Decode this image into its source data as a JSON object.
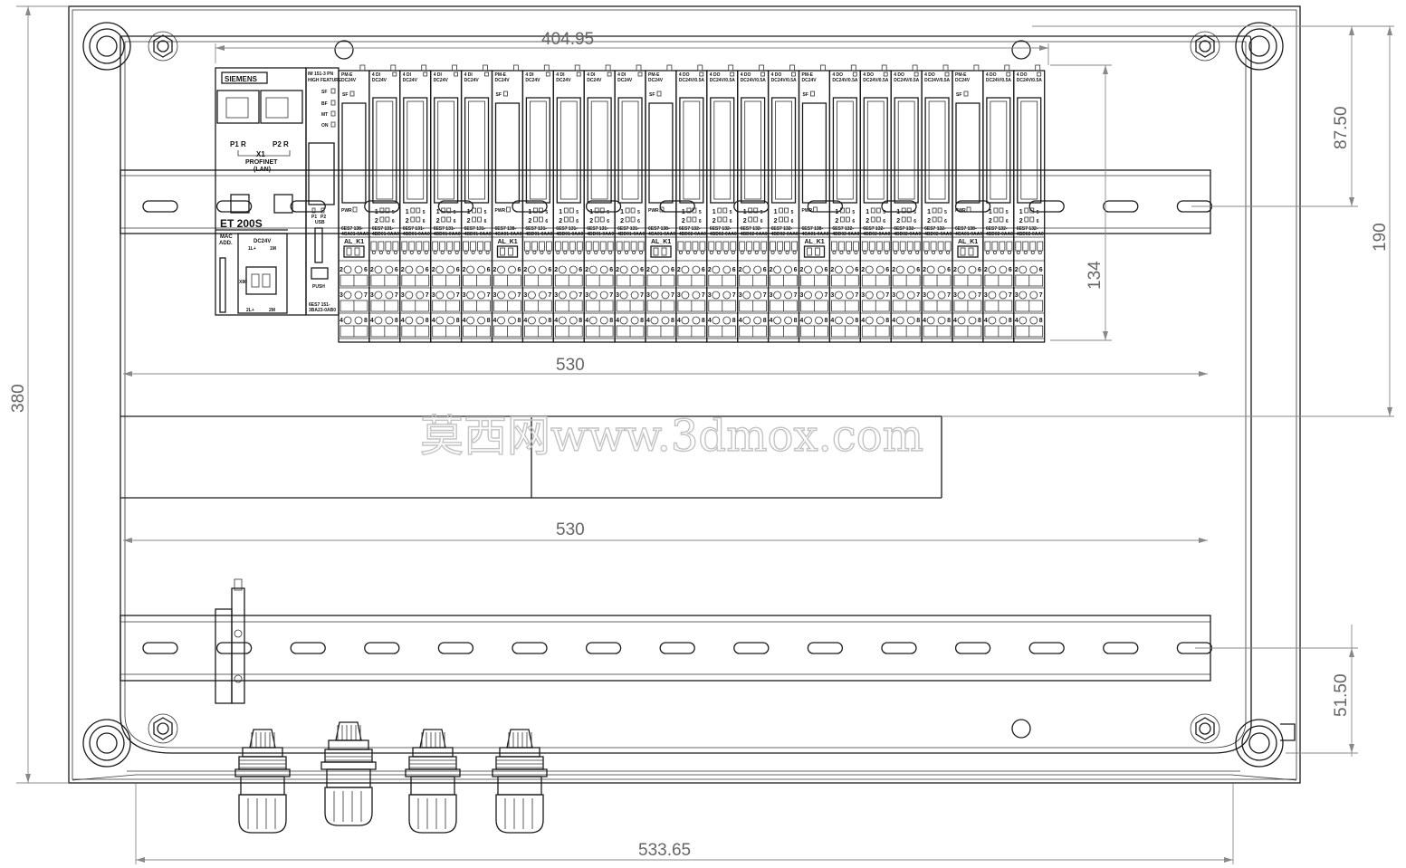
{
  "dimensions": {
    "top_width": "404.95",
    "top_rail_height": "87.50",
    "module_height": "134",
    "rail_length_upper": "530",
    "rail_length_lower": "530",
    "rail_spacing": "190",
    "overall_height": "380",
    "bottom_rail_offset": "51.50",
    "overall_width": "533.65"
  },
  "head_module": {
    "brand": "SIEMENS",
    "model_line1": "IM 151-3 PN",
    "model_line2": "HIGH FEATURE",
    "leds": [
      "SF",
      "BF",
      "MT",
      "ON"
    ],
    "port1": "P1 R",
    "port2": "P2 R",
    "x1": "X1",
    "profinet": "PROFINET",
    "lan": "(LAN)",
    "family": "ET 200S",
    "mac": "MAC",
    "add": "ADD.",
    "supply": "DC24V",
    "plus": "1L+",
    "minus": "1M",
    "x80": "X80",
    "bottom_left": "2L+",
    "bottom_right": "2M",
    "usb_p1": "P1",
    "usb_p2": "P2",
    "usb_label": "USB",
    "push": "PUSH",
    "order_line1": "6ES7 151-",
    "order_line2": "3BA23-0AB0"
  },
  "io_modules": [
    {
      "title": "PM-E",
      "sub": "DC24V",
      "order": "6ES7 138-\n4CA01-0AA0",
      "power": true
    },
    {
      "title": "4 DI",
      "sub": "DC24V",
      "order": "6ES7 131-\n4BD01-0AA0",
      "power": false
    },
    {
      "title": "4 DI",
      "sub": "DC24V",
      "order": "6ES7 131-\n4BD01-0AA0",
      "power": false
    },
    {
      "title": "4 DI",
      "sub": "DC24V",
      "order": "6ES7 131-\n4BD01-0AA0",
      "power": false
    },
    {
      "title": "4 DI",
      "sub": "DC24V",
      "order": "6ES7 131-\n4BD01-0AA0",
      "power": false
    },
    {
      "title": "PM-E",
      "sub": "DC24V",
      "order": "6ES7 138-\n4CA01-0AA0",
      "power": true
    },
    {
      "title": "4 DI",
      "sub": "DC24V",
      "order": "6ES7 131-\n4BD01-0AA0",
      "power": false
    },
    {
      "title": "4 DI",
      "sub": "DC24V",
      "order": "6ES7 131-\n4BD01-0AA0",
      "power": false
    },
    {
      "title": "4 DI",
      "sub": "DC24V",
      "order": "6ES7 131-\n4BD01-0AA0",
      "power": false
    },
    {
      "title": "4 DI",
      "sub": "DC24V",
      "order": "6ES7 131-\n4BD01-0AA0",
      "power": false
    },
    {
      "title": "PM-E",
      "sub": "DC24V",
      "order": "6ES7 138-\n4CA01-0AA0",
      "power": true
    },
    {
      "title": "4 DO",
      "sub": "DC24V/0.5A",
      "order": "6ES7 132-\n4BD02-0AA0",
      "power": false
    },
    {
      "title": "4 DO",
      "sub": "DC24V/0.5A",
      "order": "6ES7 132-\n4BD02-0AA0",
      "power": false
    },
    {
      "title": "4 DO",
      "sub": "DC24V/0.5A",
      "order": "6ES7 132-\n4BD02-0AA0",
      "power": false
    },
    {
      "title": "4 DO",
      "sub": "DC24V/0.5A",
      "order": "6ES7 132-\n4BD02-0AA0",
      "power": false
    },
    {
      "title": "PM-E",
      "sub": "DC24V",
      "order": "6ES7 138-\n4CA01-0AA0",
      "power": true
    },
    {
      "title": "4 DO",
      "sub": "DC24V/0.5A",
      "order": "6ES7 132-\n4BD02-0AA0",
      "power": false
    },
    {
      "title": "4 DO",
      "sub": "DC24V/0.5A",
      "order": "6ES7 132-\n4BD02-0AA0",
      "power": false
    },
    {
      "title": "4 DO",
      "sub": "DC24V/0.5A",
      "order": "6ES7 132-\n4BD02-0AA0",
      "power": false
    },
    {
      "title": "4 DO",
      "sub": "DC24V/0.5A",
      "order": "6ES7 132-\n4BD02-0AA0",
      "power": false
    },
    {
      "title": "PM-E",
      "sub": "DC24V",
      "order": "6ES7 138-\n4CA01-0AA0",
      "power": true
    },
    {
      "title": "4 DO",
      "sub": "DC24V/0.5A",
      "order": "6ES7 132-\n4BD02-0AA0",
      "power": false
    },
    {
      "title": "4 DO",
      "sub": "DC24V/0.5A",
      "order": "6ES7 132-\n4BD02-0AA0",
      "power": false
    }
  ],
  "module_labels": {
    "sf": "SF",
    "pwr": "PWR",
    "alk1": "AL_K1",
    "row1": "1",
    "row2": "2",
    "row3": "3",
    "row4": "4",
    "row5": "5",
    "row6": "6",
    "row7": "7",
    "row8": "8"
  },
  "watermark": "莫西网www.3dmox.com"
}
